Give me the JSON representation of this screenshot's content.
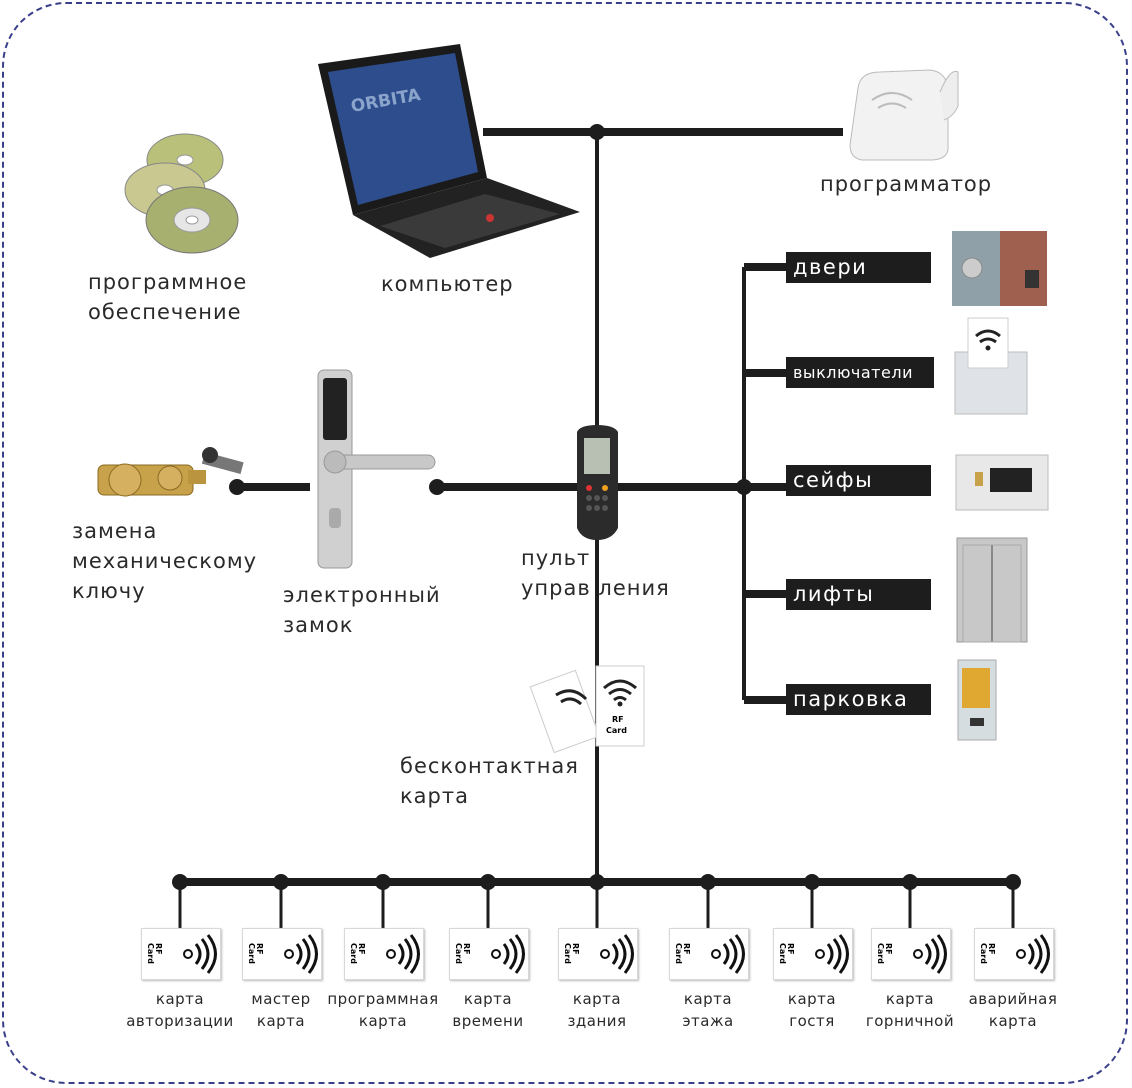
{
  "nodes": {
    "software": "программное\nобеспечение",
    "computer": "компьютер",
    "programmer": "программатор",
    "mechanical_key": "замена\nмеханическому\nключу",
    "electronic_lock": "электронный\nзамок",
    "control_panel": "пульт\nуправ ления",
    "contactless_card": "бесконтактная\nкарта",
    "laptop_screen_text": "ORBITA"
  },
  "branches": {
    "doors": "двери",
    "switches": "выключатели",
    "safes": "сейфы",
    "elevators": "лифты",
    "parking": "парковка"
  },
  "rf_card": {
    "line1": "RF",
    "line2": "Card"
  },
  "cards": [
    "карта\nавторизации",
    "мастер\nкарта",
    "программная\nкарта",
    "карта\nвремени",
    "карта\nздания",
    "карта\nэтажа",
    "карта\nгостя",
    "карта\nгорничной",
    "аварийная\nкарта"
  ],
  "colors": {
    "frame": "#3a3f8a",
    "line": "#1d1d1d"
  }
}
